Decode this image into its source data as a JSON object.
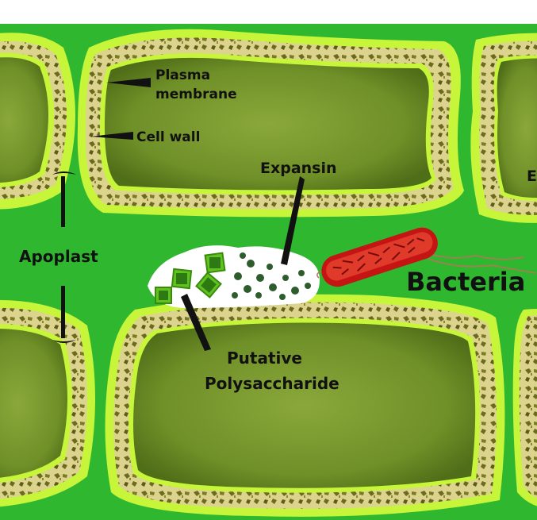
{
  "labels": {
    "plasma_membrane_line1": "Plasma",
    "plasma_membrane_line2": "membrane",
    "cell_wall": "Cell wall",
    "expansin": "Expansin",
    "apoplast": "Apoplast",
    "bacteria": "Bacteria",
    "putative_line1": "Putative",
    "putative_line2": "Polysaccharide",
    "cropped_right_letter": "E"
  },
  "colors": {
    "apoplast_green": "#2fb82f",
    "cell_wall_fill": "#d8d08a",
    "cell_wall_outline": "#c6f53a",
    "cytoplasm_dark": "#5a7a1e",
    "cytoplasm_light": "#8aa83a",
    "bacteria_red": "#c41414",
    "expansin_dots": "#2d5d2d",
    "polysaccharide_square": "#5fc21f"
  },
  "icons": {
    "bacteria": "rod-shaped-bacterium-icon",
    "polysaccharide": "green-square-icon",
    "expansin": "protein-dot-icon"
  }
}
